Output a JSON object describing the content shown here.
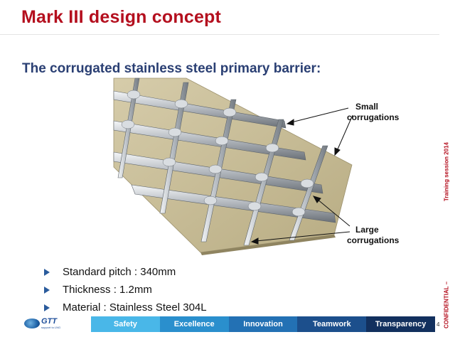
{
  "slide": {
    "title": "Mark III design concept",
    "subtitle": "The corrugated stainless steel primary barrier:",
    "callouts": {
      "small": [
        "Small",
        "corrugations"
      ],
      "large": [
        "Large",
        "corrugations"
      ]
    },
    "bullets": [
      "Standard pitch : 340mm",
      "Thickness : 1.2mm",
      "Material : Stainless Steel 304L"
    ],
    "side_text_left": "CONFIDENTIAL –",
    "side_text_right": "Training session 2014",
    "page_number": "4"
  },
  "footer": {
    "logo_text": "GTT",
    "logo_sub": "support to LNG",
    "values": [
      "Safety",
      "Excellence",
      "Innovation",
      "Teamwork",
      "Transparency"
    ]
  },
  "colors": {
    "title": "#b40f1e",
    "subtitle": "#2a3f73",
    "membrane": "#c7bc93",
    "steel": "#b9bec4"
  }
}
